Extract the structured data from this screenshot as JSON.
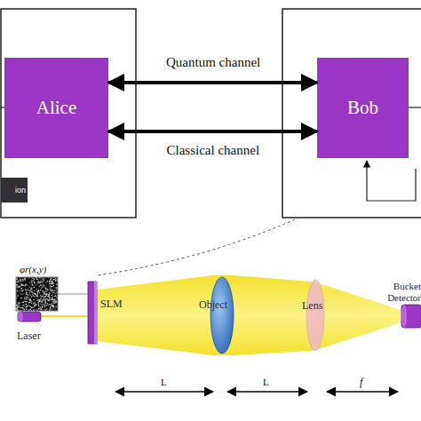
{
  "diagram": {
    "nodes": [
      {
        "text": [
          "Alice"
        ]
      },
      {
        "text": [
          "Bob"
        ]
      },
      {
        "text": [
          "SLM"
        ]
      },
      {
        "text": [
          "Object"
        ]
      },
      {
        "text": [
          "Lens"
        ]
      },
      {
        "text": [
          "Bucket Detector"
        ]
      },
      {
        "text": [
          "Laser"
        ]
      }
    ],
    "edges": [
      {
        "from": 0,
        "to": 1,
        "arrow": "both",
        "label": "Quantum channel"
      },
      {
        "from": 0,
        "to": 1,
        "arrow": "both",
        "label": "Classical channel"
      }
    ],
    "labels": [
      "ion",
      "φr(x,y)",
      "L",
      "L",
      "f"
    ]
  }
}
